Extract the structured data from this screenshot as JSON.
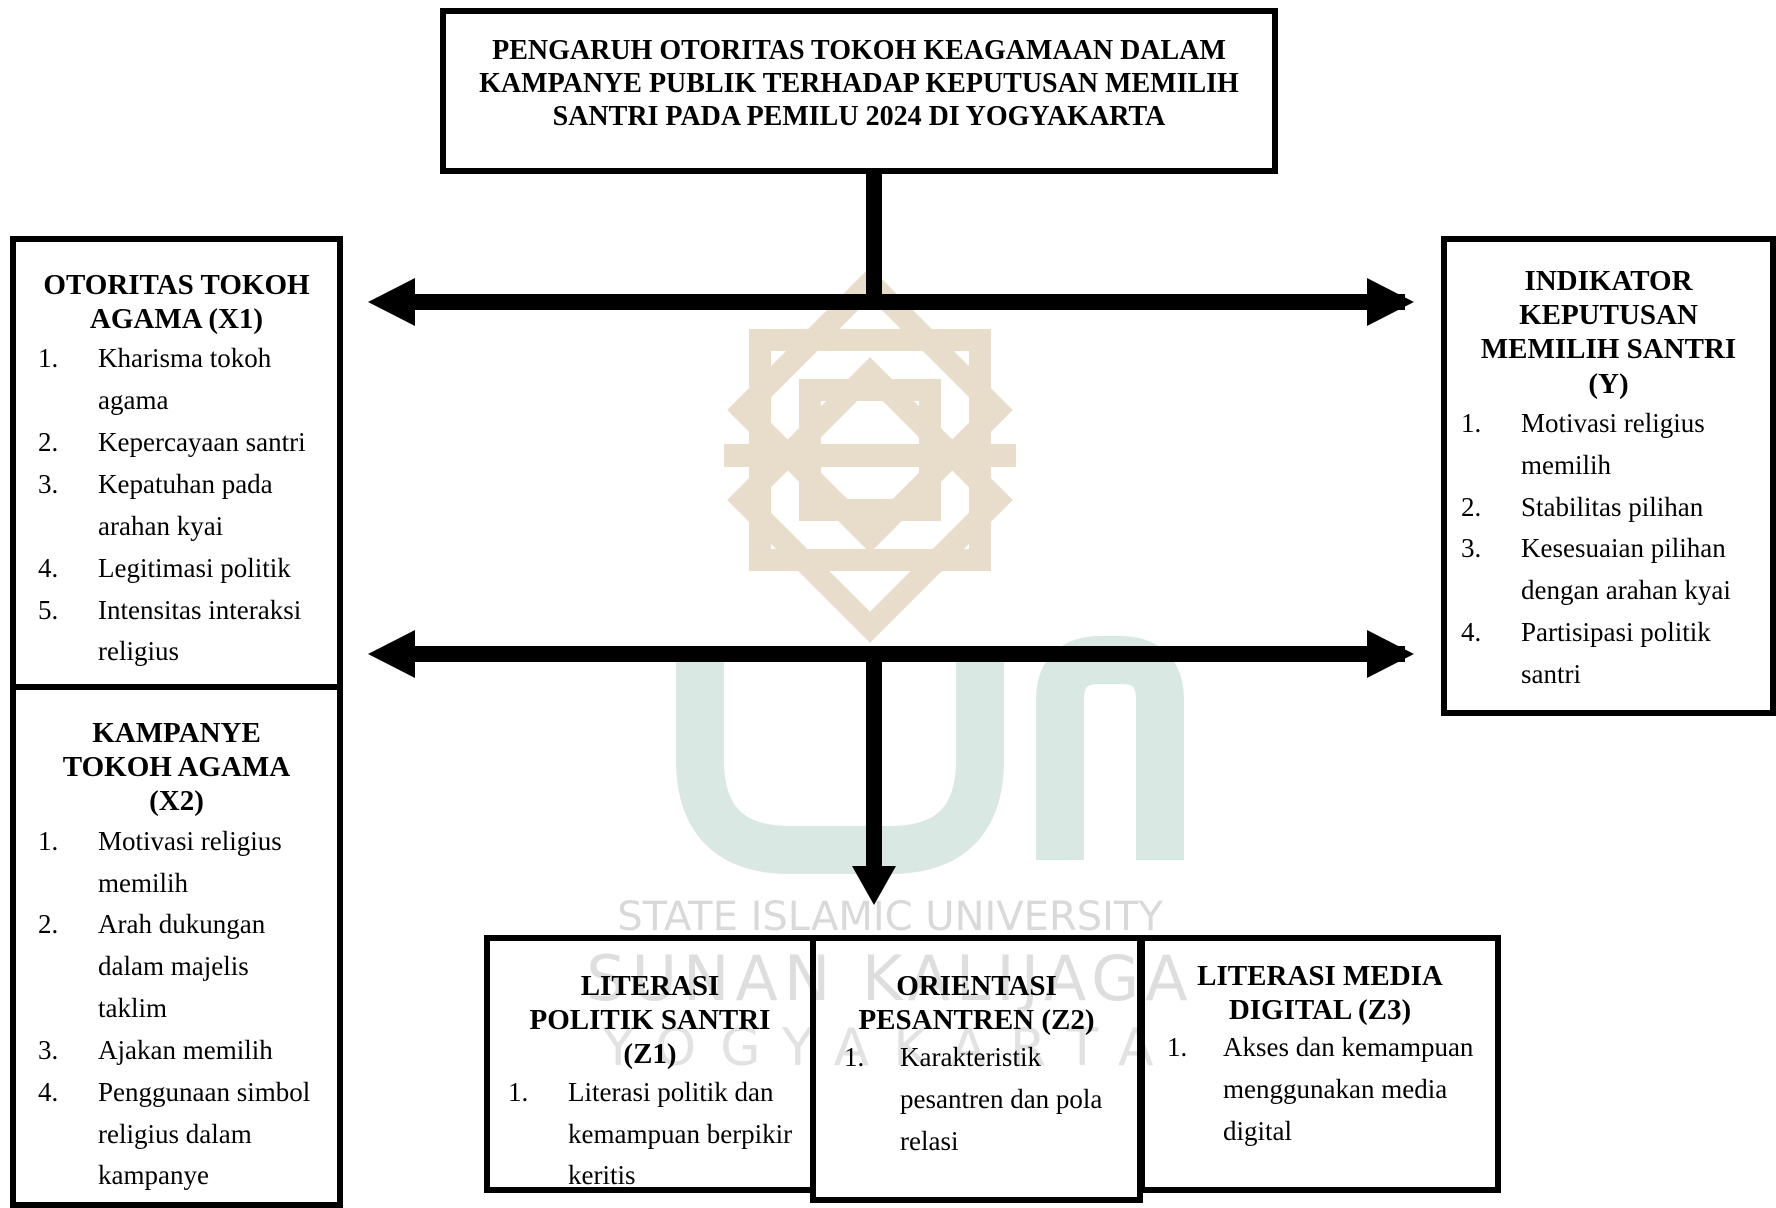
{
  "watermark": {
    "line1": "STATE ISLAMIC UNIVERSITY",
    "line2": "SUNAN KALIJAGA",
    "line3": "YOGYAKARTA"
  },
  "title": "PENGARUH OTORITAS TOKOH KEAGAMAAN DALAM KAMPANYE PUBLIK TERHADAP KEPUTUSAN MEMILIH SANTRI PADA PEMILU 2024 DI YOGYAKARTA",
  "x1": {
    "title": "OTORITAS TOKOH AGAMA (X1)",
    "items": [
      {
        "num": "1.",
        "text": "Kharisma tokoh agama"
      },
      {
        "num": "2.",
        "text": "Kepercayaan santri"
      },
      {
        "num": "3.",
        "text": "Kepatuhan pada arahan kyai"
      },
      {
        "num": "4.",
        "text": "Legitimasi politik"
      },
      {
        "num": "5.",
        "text": "Intensitas interaksi religius"
      }
    ]
  },
  "x2": {
    "title": "KAMPANYE TOKOH AGAMA (X2)",
    "items": [
      {
        "num": "1.",
        "text": "Motivasi religius memilih"
      },
      {
        "num": "2.",
        "text": "Arah dukungan dalam majelis taklim"
      },
      {
        "num": "3.",
        "text": "Ajakan memilih"
      },
      {
        "num": "4.",
        "text": "Penggunaan simbol religius dalam kampanye"
      }
    ]
  },
  "y": {
    "title": "INDIKATOR KEPUTUSAN MEMILIH SANTRI (Y)",
    "items": [
      {
        "num": "1.",
        "text": "Motivasi religius memilih"
      },
      {
        "num": "2.",
        "text": "Stabilitas pilihan"
      },
      {
        "num": "3.",
        "text": "Kesesuaian pilihan dengan arahan kyai"
      },
      {
        "num": "4.",
        "text": "Partisipasi politik santri"
      }
    ]
  },
  "z1": {
    "title": "LITERASI POLITIK SANTRI (Z1)",
    "items": [
      {
        "num": "1.",
        "text": "Literasi politik dan kemampuan berpikir keritis"
      }
    ]
  },
  "z2": {
    "title": "ORIENTASI PESANTREN (Z2)",
    "items": [
      {
        "num": "1.",
        "text": "Karakteristik pesantren dan pola relasi"
      }
    ]
  },
  "z3": {
    "title": "LITERASI MEDIA DIGITAL (Z3)",
    "items": [
      {
        "num": "1.",
        "text": "Akses dan kemampuan menggunakan media digital"
      }
    ]
  }
}
